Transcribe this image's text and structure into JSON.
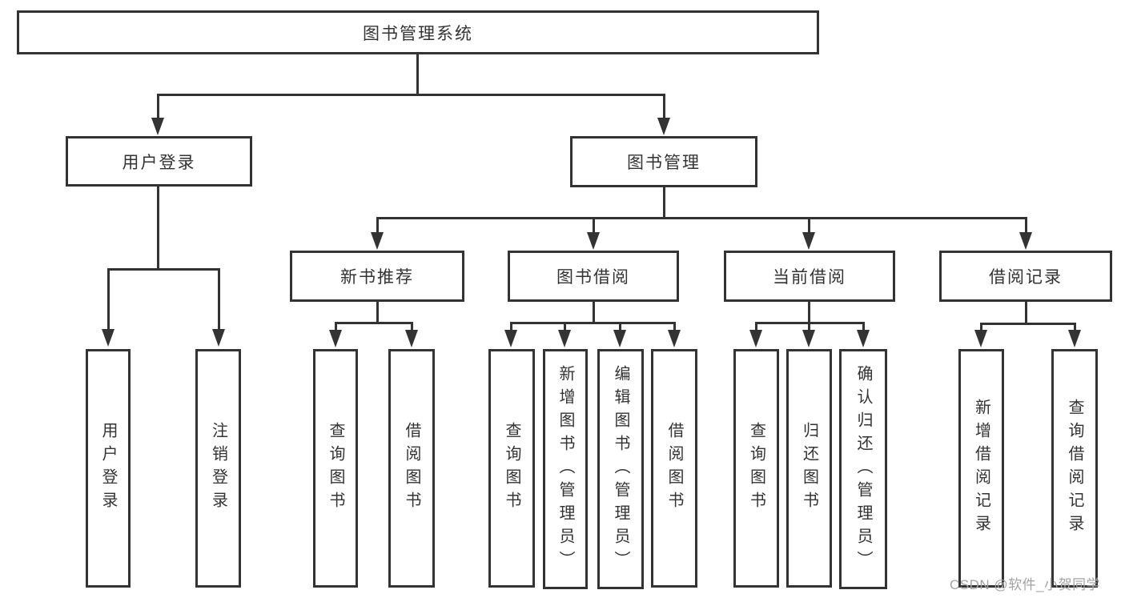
{
  "title": "图书管理系统",
  "tree": {
    "root": {
      "label": "图书管理系统"
    },
    "branches": [
      {
        "label": "用户登录",
        "children": [
          {
            "label": "用户登录"
          },
          {
            "label": "注销登录"
          }
        ]
      },
      {
        "label": "图书管理",
        "children": [
          {
            "label": "新书推荐",
            "children": [
              {
                "label": "查询图书"
              },
              {
                "label": "借阅图书"
              }
            ]
          },
          {
            "label": "图书借阅",
            "children": [
              {
                "label": "查询图书"
              },
              {
                "label": "新增图书（管理员）"
              },
              {
                "label": "编辑图书（管理员）"
              },
              {
                "label": "借阅图书"
              }
            ]
          },
          {
            "label": "当前借阅",
            "children": [
              {
                "label": "查询图书"
              },
              {
                "label": "归还图书"
              },
              {
                "label": "确认归还（管理员）"
              }
            ]
          },
          {
            "label": "借阅记录",
            "children": [
              {
                "label": "新增借阅记录"
              },
              {
                "label": "查询借阅记录"
              }
            ]
          }
        ]
      }
    ]
  },
  "watermark": {
    "text": "CSDN @软件_小贺同学",
    "color": "#a3a3a3"
  },
  "colors": {
    "line": "#333333",
    "box_border": "#333333",
    "background": "#ffffff"
  }
}
